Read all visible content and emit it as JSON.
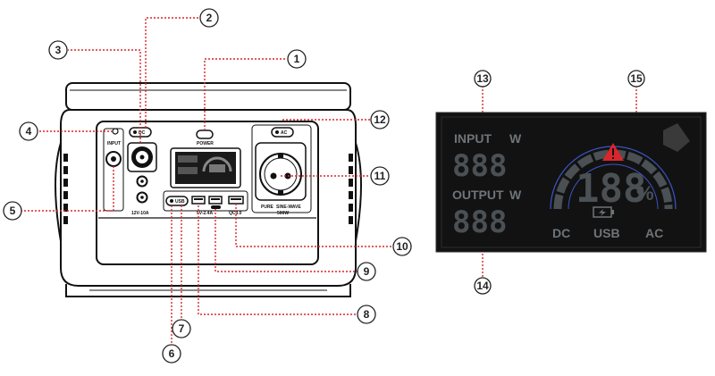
{
  "callouts": {
    "c1": "1",
    "c2": "2",
    "c3": "3",
    "c4": "4",
    "c5": "5",
    "c6": "6",
    "c7": "7",
    "c8": "8",
    "c9": "9",
    "c10": "10",
    "c11": "11",
    "c12": "12",
    "c13": "13",
    "c14": "14",
    "c15": "15"
  },
  "device_labels": {
    "power": "POWER",
    "input": "INPUT",
    "dc_spec": "12V-10A",
    "usb_spec": "5V-2.4A",
    "qc_spec": "QC3.0",
    "pure": "PURE",
    "sine_wave": "SINE-WAVE",
    "ac_spec": "500W",
    "dc_btn": "DC",
    "ac_btn": "AC",
    "usb_btn": "USB"
  },
  "lcd": {
    "input_label": "INPUT",
    "input_unit": "W",
    "input_digits": "888",
    "output_label": "OUTPUT",
    "output_unit": "W",
    "output_digits": "888",
    "percent_digits": "188",
    "percent_sign": "%",
    "dc": "DC",
    "usb": "USB",
    "ac": "AC"
  },
  "colors": {
    "callout_line": "#d9262c",
    "lcd_background": "#121212",
    "lcd_segment": "#4a5054",
    "ring_accent": "#3b56c4",
    "warning": "#d9262c"
  },
  "icons": [
    "warning-triangle-icon",
    "battery-charging-icon"
  ]
}
